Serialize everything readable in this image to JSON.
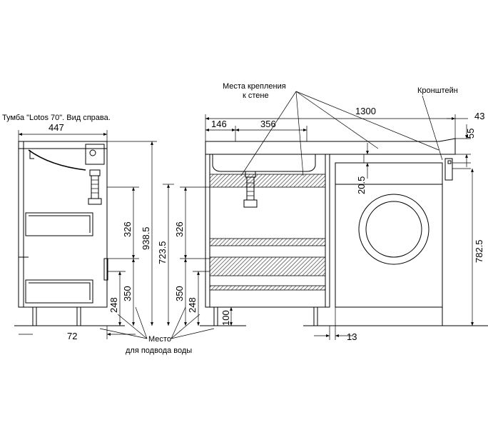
{
  "labels": {
    "side_view_title": "Тумба \"Lotos 70\".  Вид  справа.",
    "mount_points_line1": "Места крепления",
    "mount_points_line2": "к стене",
    "bracket": "Кронштейн",
    "water_inlet_line1": "Место",
    "water_inlet_line2": "для подвода воды"
  },
  "dimensions": {
    "side_width": "447",
    "side_bottom_offset": "72",
    "side_h_326": "326",
    "side_h_350": "350",
    "side_h_248": "248",
    "side_h_938_5": "938.5",
    "side_h_723_5": "723.5",
    "front_total_width": "1300",
    "front_146": "146",
    "front_356": "356",
    "front_43": "43",
    "front_55": "55",
    "front_20_5": "20.5",
    "front_h_326": "326",
    "front_h_350": "350",
    "front_h_248": "248",
    "front_100": "100",
    "front_782_5": "782.5",
    "front_13": "13"
  }
}
